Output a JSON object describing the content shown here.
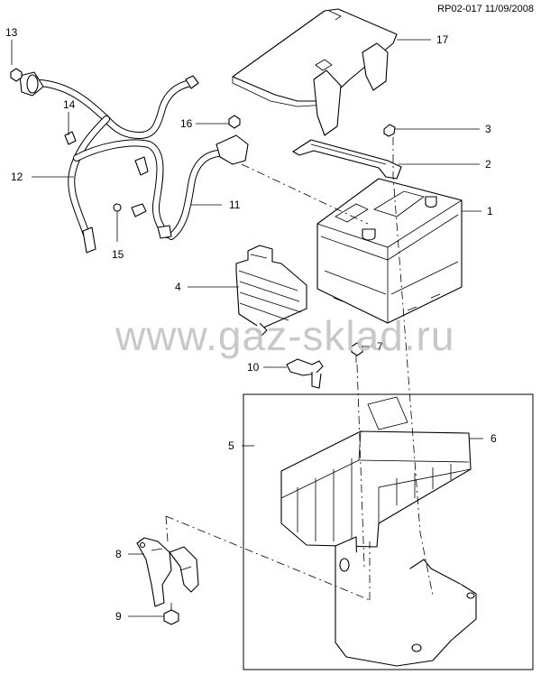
{
  "reference": "RP02-017 11/09/2008",
  "watermark": "www.gaz-sklad.ru",
  "callouts": [
    "1",
    "2",
    "3",
    "4",
    "5",
    "6",
    "7",
    "8",
    "9",
    "10",
    "11",
    "12",
    "13",
    "14",
    "15",
    "16",
    "17"
  ]
}
